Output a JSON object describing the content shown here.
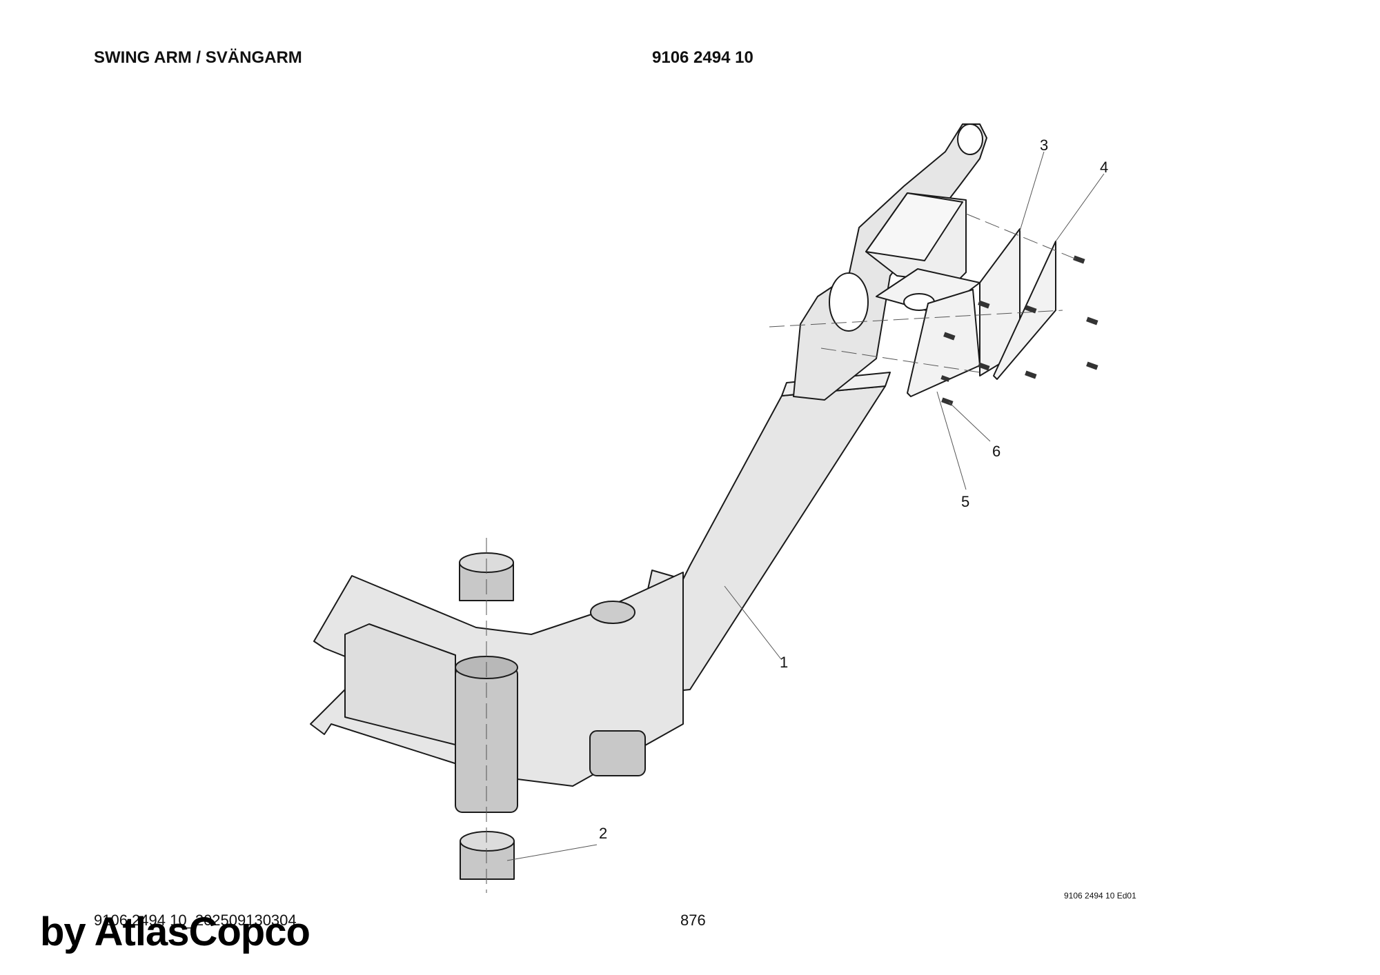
{
  "header": {
    "title": "SWING ARM / SVÄNGARM",
    "part_number": "9106 2494 10"
  },
  "callouts": [
    "1",
    "2",
    "3",
    "4",
    "5",
    "6"
  ],
  "footer": {
    "document_id": "9106 2494 10_202509130304",
    "page_number": "876",
    "drawing_ref": "9106 2494 10 Ed01"
  },
  "watermark": "by AtlasCopco",
  "colors": {
    "part_fill": "#e6e6e6",
    "tube_fill": "#c8c8c8",
    "line": "#1a1a1a"
  }
}
